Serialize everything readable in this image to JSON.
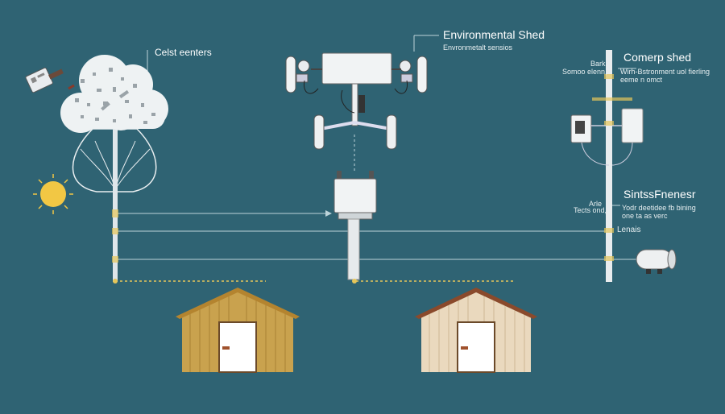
{
  "labels": {
    "celst": "Celst eenters",
    "env_title": "Environmental Shed",
    "env_sub": "Envronmetalt sensios",
    "comerp_title": "Comerp shed",
    "bark": "Bark",
    "somoo": "Somoo elenn,",
    "wirh": "Wirh-Bstronment uol fierling",
    "eeme": "eeme n omct",
    "sints_title": "SintssFnenesr",
    "arle": "Arle",
    "tects": "Tects ond,",
    "yodr": "Yodr deetidee fb bining",
    "one": "one ta as verc",
    "lenais": "Lenais"
  },
  "colors": {
    "background": "#2f6373",
    "shed_left": "#c9a24e",
    "shed_right": "#ead9be",
    "roof_left": "#b4842f",
    "roof_right": "#8a4a2c",
    "sun": "#f2c744",
    "dotted_line": "#e5c65a"
  }
}
